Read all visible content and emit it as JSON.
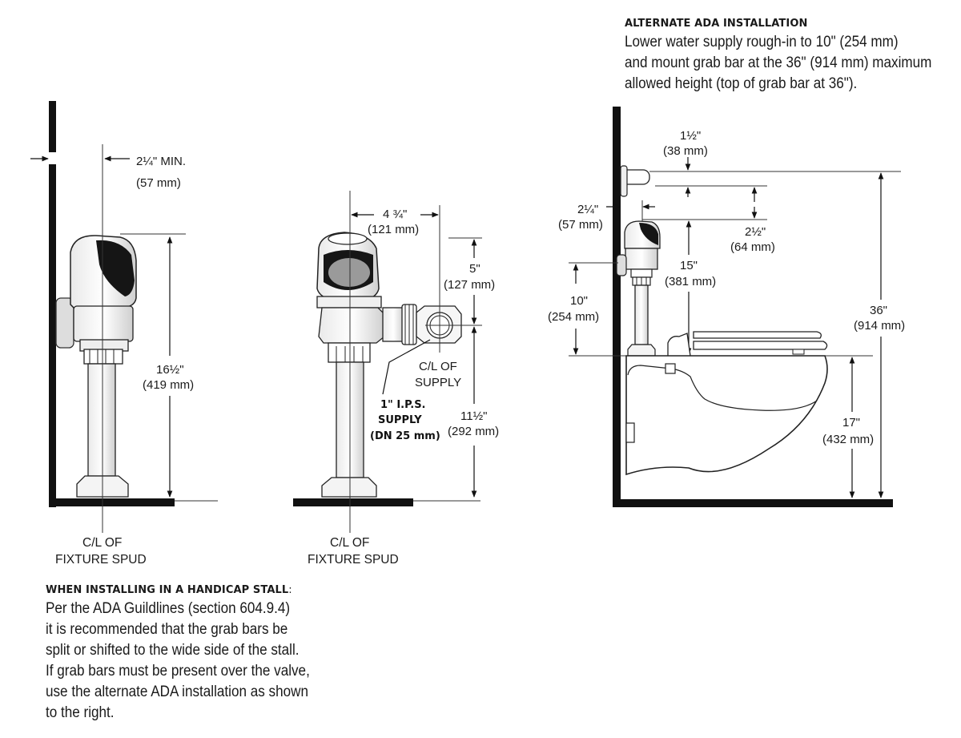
{
  "left_view": {
    "wall_clearance_label": "2¼\" MIN.",
    "wall_clearance_metric": "(57 mm)",
    "height_label": "16½\"",
    "height_metric": "(419 mm)",
    "centerline_line1": "C/L OF",
    "centerline_line2": "FIXTURE SPUD"
  },
  "center_view": {
    "offset_label": "4 ¾\"",
    "offset_metric": "(121 mm)",
    "top_label": "5\"",
    "top_metric": "(127 mm)",
    "supply_cl_line1": "C/L OF",
    "supply_cl_line2": "SUPPLY",
    "ips_line1": "1\" I.P.S.",
    "ips_line2": "SUPPLY",
    "ips_line3": "(DN 25 mm)",
    "lower_label": "11½\"",
    "lower_metric": "(292 mm)",
    "centerline_line1": "C/L OF",
    "centerline_line2": "FIXTURE SPUD"
  },
  "right_view": {
    "grab_offset_label": "1½\"",
    "grab_offset_metric": "(38 mm)",
    "wall_clearance_label": "2¼\"",
    "wall_clearance_metric": "(57 mm)",
    "valve_gap_label": "2½\"",
    "valve_gap_metric": "(64 mm)",
    "valve_height_label": "15\"",
    "valve_height_metric": "(381 mm)",
    "supply_label": "10\"",
    "supply_metric": "(254 mm)",
    "grab_height_label": "36\"",
    "grab_height_metric": "(914 mm)",
    "bowl_height_label": "17\"",
    "bowl_height_metric": "(432 mm)"
  },
  "alt_note": {
    "title": "ALTERNATE ADA INSTALLATION",
    "lines": [
      "Lower water supply rough-in to 10\" (254 mm)",
      "and mount grab bar at the 36\" (914 mm) maximum",
      "allowed height (top of grab bar at 36\")."
    ]
  },
  "handicap_note": {
    "title": "WHEN INSTALLING IN A HANDICAP STALL",
    "title_suffix": ":",
    "lines": [
      "Per the ADA Guildlines (section 604.9.4)",
      "it is recommended that the grab bars be",
      "split or shifted to the wide side of the stall.",
      "If grab bars must be present over the valve,",
      "use the alternate ADA installation as shown",
      "to the right."
    ]
  }
}
